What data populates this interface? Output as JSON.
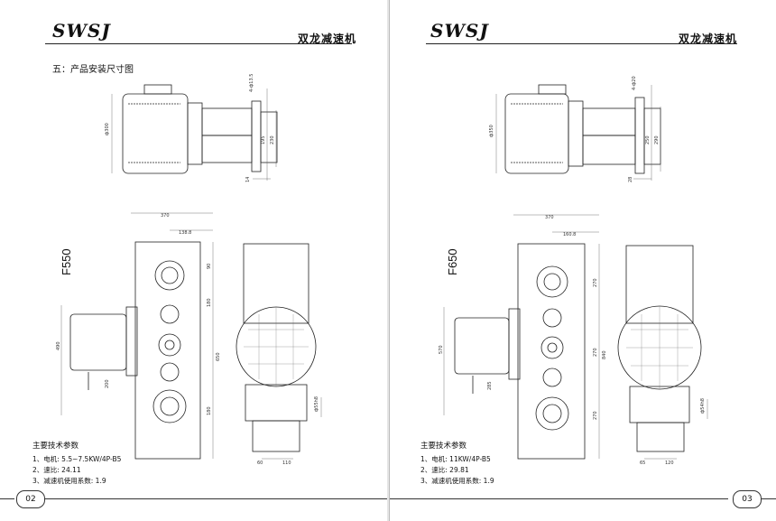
{
  "left": {
    "logo": "SWSJ",
    "brand": "双龙减速机",
    "section_title": "五：产品安装尺寸图",
    "model": "F550",
    "specs_title": "主要技术参数",
    "specs": [
      "1、电机: 5.5~7.5KW/4P-B5",
      "2、速比: 24.11",
      "3、减速机使用系数: 1.9"
    ],
    "page_no": "02",
    "dims_top": {
      "flange": "ф300",
      "a": "195",
      "b": "230",
      "c": "14",
      "bolt": "4-ф13.5"
    },
    "dims_main": {
      "w1": "370",
      "w2": "138.8",
      "v1": "90",
      "v2": "180",
      "v3": "180",
      "v4": "650",
      "h1": "490",
      "h2": "200",
      "shaft": "ф55h8",
      "s1": "60",
      "s2": "110"
    }
  },
  "right": {
    "logo": "SWSJ",
    "brand": "双龙减速机",
    "model": "F650",
    "specs_title": "主要技术参数",
    "specs": [
      "1、电机: 11KW/4P-B5",
      "2、速比: 29.81",
      "3、减速机使用系数: 1.9"
    ],
    "page_no": "03",
    "dims_top": {
      "flange": "ф350",
      "a": "250",
      "b": "290",
      "c": "28",
      "bolt": "4-ф20"
    },
    "dims_main": {
      "w1": "370",
      "w2": "160.8",
      "v1": "270",
      "v2": "270",
      "v3": "270",
      "v4": "840",
      "h1": "570",
      "h2": "285",
      "shaft": "ф54h8",
      "s1": "65",
      "s2": "120"
    }
  }
}
